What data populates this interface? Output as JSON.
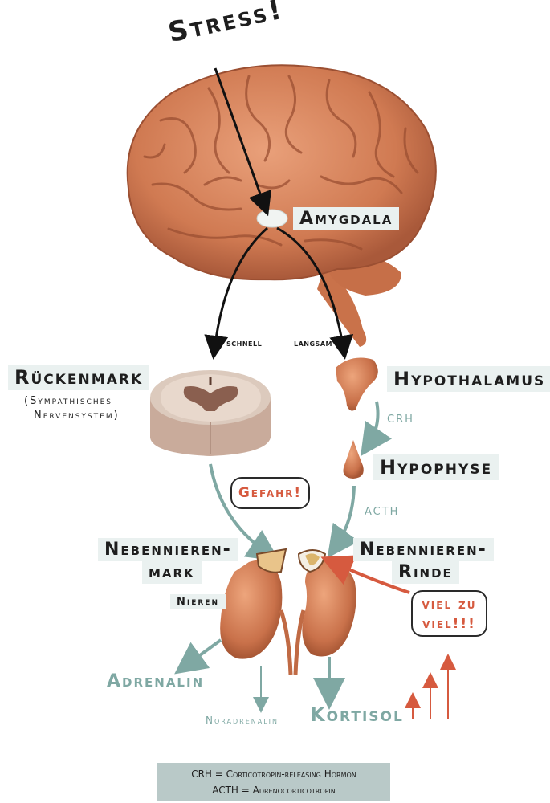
{
  "title": "Stress!",
  "brain": {
    "amygdala_label": "Amygdala"
  },
  "paths": {
    "fast_label": "schnell",
    "slow_label": "langsam"
  },
  "spinal": {
    "title": "Rückenmark",
    "subtitle_line1": "(Sympathisches",
    "subtitle_line2": "Nervensystem)"
  },
  "hypothalamus": {
    "label": "Hypothalamus",
    "crh_label": "CRH"
  },
  "hypophyse": {
    "label": "Hypophyse",
    "acth_label": "ACTH"
  },
  "danger_bubble": "Gefahr!",
  "adrenal_medulla": {
    "line1": "Nebennieren-",
    "line2": "mark"
  },
  "adrenal_cortex": {
    "line1": "Nebennieren-",
    "line2": "Rinde"
  },
  "kidneys_label": "Nieren",
  "too_much_bubble": {
    "line1": "viel zu",
    "line2": "viel!!!"
  },
  "outputs": {
    "adrenalin": "Adrenalin",
    "noradrenalin": "Noradrenalin",
    "kortisol": "Kortisol"
  },
  "legend": {
    "line1": "CRH = Corticotropin-releasing Hormon",
    "line2": "ACTH = Adrenocorticotropin"
  },
  "colors": {
    "tissue": "#d8875c",
    "tissue_dark": "#b5623d",
    "spinal": "#d9c1b3",
    "teal": "#7fa8a3",
    "red": "#d65a3f",
    "label_bg": "#eaf1f0",
    "legend_bg": "#b9c9c8"
  }
}
